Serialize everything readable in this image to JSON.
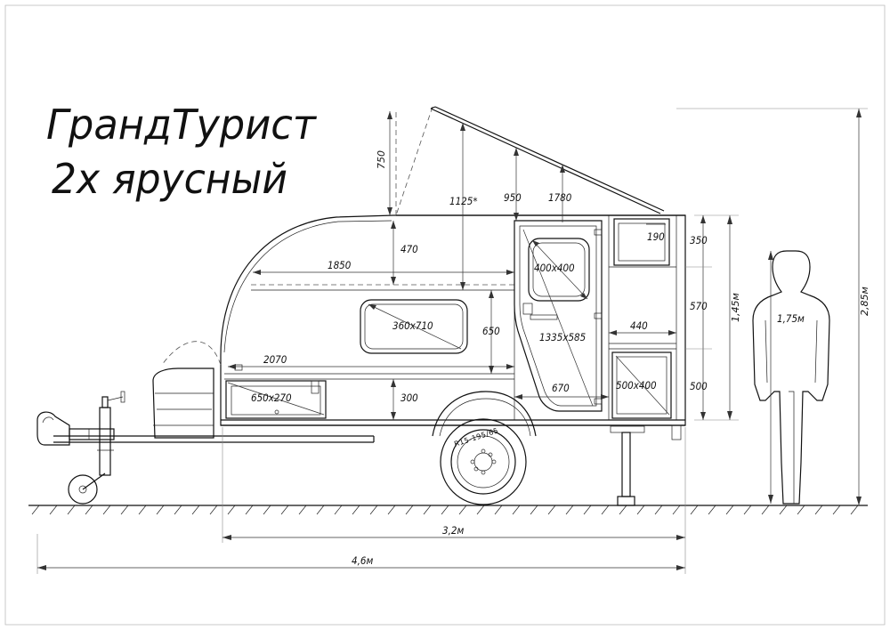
{
  "title": {
    "line1": "ГрандТурист",
    "line2": "2х ярусный"
  },
  "dimensions": {
    "total_length": "4,6м",
    "body_length": "3,2м",
    "total_height": "2,85м",
    "body_height": "1,45м",
    "person_height": "1,75м",
    "roof_raise": "750",
    "inner_1125": "1125*",
    "inner_950": "950",
    "inner_1780": "1780",
    "upper_470": "470",
    "upper_length": "1850",
    "lower_length": "2070",
    "window": "360x710",
    "mid_650": "650",
    "front_hatch": "650x270",
    "floor_300": "300",
    "door_window": "400x400",
    "door": "1335x585",
    "floor_670": "670",
    "locker_190": "190",
    "rear_350": "350",
    "rear_570": "570",
    "shelf_440": "440",
    "rear_hatch": "500x400",
    "rear_500": "500"
  },
  "tire_label": "R15-195/65"
}
